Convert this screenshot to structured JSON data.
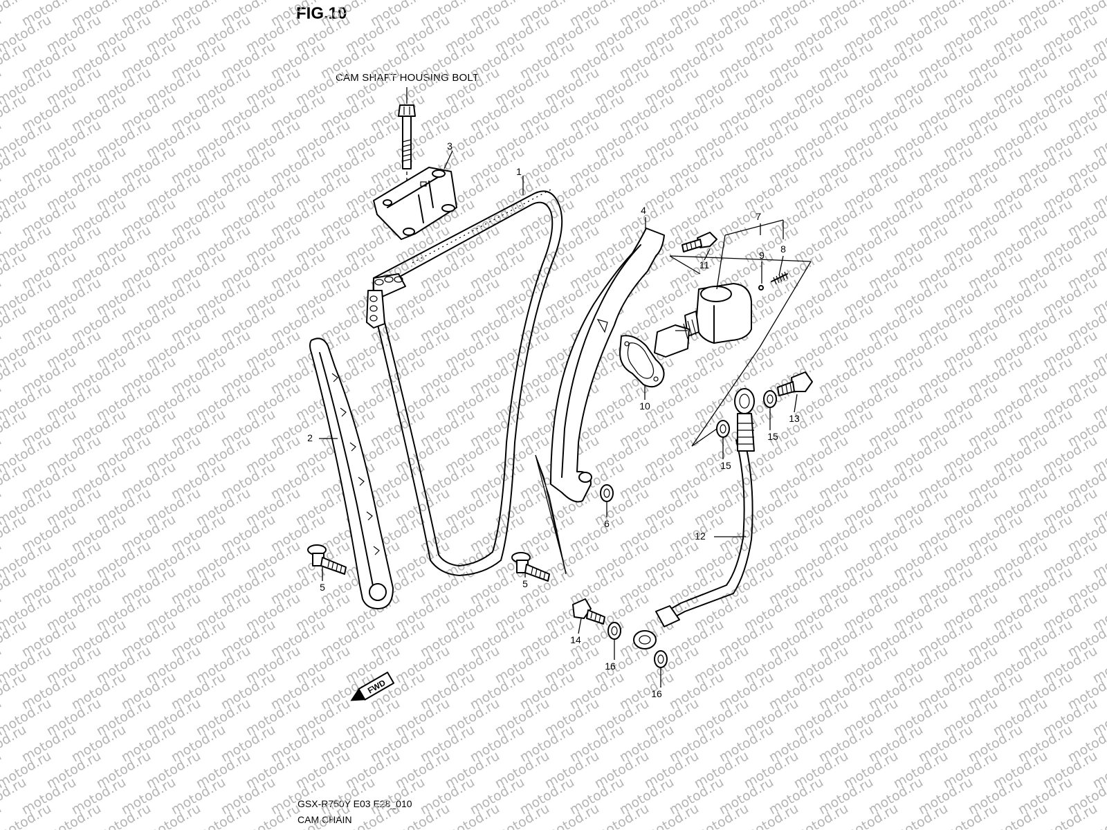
{
  "figure": {
    "title": "FIG.10",
    "caption": "CAM SHAFT HOUSING BOLT",
    "model_code": "GSX-R750Y E03 E28_010",
    "section_name": "CAM CHAIN",
    "direction_label": "FWD"
  },
  "watermark": {
    "text": "motod.ru"
  },
  "callouts": [
    {
      "id": "c1",
      "label": "1"
    },
    {
      "id": "c2",
      "label": "2"
    },
    {
      "id": "c3",
      "label": "3"
    },
    {
      "id": "c4",
      "label": "4"
    },
    {
      "id": "c5a",
      "label": "5"
    },
    {
      "id": "c5b",
      "label": "5"
    },
    {
      "id": "c6",
      "label": "6"
    },
    {
      "id": "c7",
      "label": "7"
    },
    {
      "id": "c8",
      "label": "8"
    },
    {
      "id": "c9",
      "label": "9"
    },
    {
      "id": "c10",
      "label": "10"
    },
    {
      "id": "c11",
      "label": "11"
    },
    {
      "id": "c12",
      "label": "12"
    },
    {
      "id": "c13",
      "label": "13"
    },
    {
      "id": "c14",
      "label": "14"
    },
    {
      "id": "c15a",
      "label": "15"
    },
    {
      "id": "c15b",
      "label": "15"
    },
    {
      "id": "c16a",
      "label": "16"
    },
    {
      "id": "c16b",
      "label": "16"
    }
  ],
  "colors": {
    "line": "#000000",
    "watermark": "#b4b4b4",
    "background": "#ffffff"
  }
}
